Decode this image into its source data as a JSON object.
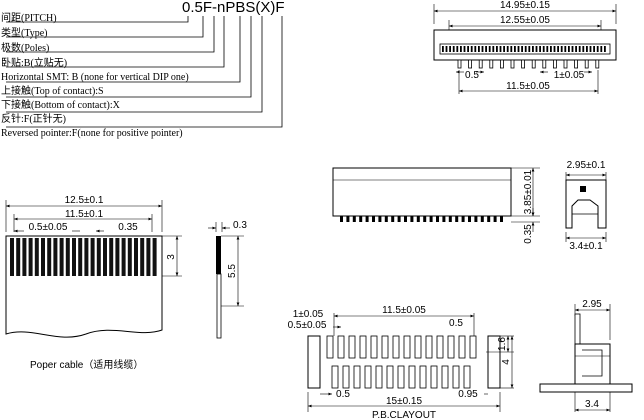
{
  "part_code": "0.5F-nPBS(X)F",
  "legend": [
    "间距(PITCH)",
    "类型(Type)",
    "极数(Poles)",
    "卧贴:B(立贴无)",
    "Horizontal SMT: B (none for vertical DIP one)",
    "上接触(Top of contact):S",
    "下接触(Bottom of contact):X",
    "反针:F(正针无)",
    "Reversed pointer:F(none for positive pointer)"
  ],
  "top_view": {
    "dim_overall": "14.95±0.15",
    "dim_inner": "12.55±0.05",
    "dim_pitch": "0.5",
    "dim_pin_offset": "1±0.05",
    "dim_span": "11.5±0.05"
  },
  "cable": {
    "dim_total": "12.5±0.1",
    "dim_span": "11.5±0.1",
    "dim_pitch": "0.5±0.05",
    "dim_width": "0.35",
    "dim_height": "3",
    "caption": "Poper cable（适用线缆）"
  },
  "cable_side": {
    "dim_thickness": "0.3",
    "dim_length": "5.5"
  },
  "front_view": {
    "dim_height": "3.85±0.01",
    "dim_standoff": "0.35"
  },
  "end_view": {
    "dim_top": "2.95±0.1",
    "dim_bottom": "3.4±0.1"
  },
  "pcb_layout": {
    "dim_pitch_a": "1±0.05",
    "dim_pitch_b": "0.5±0.05",
    "dim_span": "11.5±0.05",
    "dim_pad_gap": "0.5",
    "dim_pad_h": "1.6",
    "dim_total_h": "4",
    "dim_left_gap": "0.5",
    "dim_total": "15±0.15",
    "dim_end_w": "0.95",
    "caption": "P.B.CLAYOUT"
  },
  "side_view": {
    "dim_top": "2.95",
    "dim_bottom": "3.4"
  }
}
